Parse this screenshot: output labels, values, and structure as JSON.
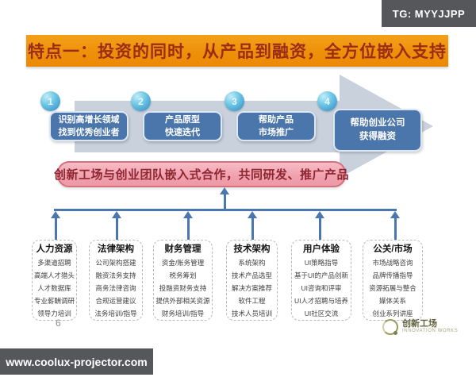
{
  "badges": {
    "tg": "TG: MYYJJPP",
    "watermark": "www.coolux-projector.com"
  },
  "title": "特点一：投资的同时，从产品到融资，全方位嵌入支持",
  "page_number": "6",
  "steps": [
    {
      "num": "1",
      "lines": [
        "识别高增长领域",
        "找到优秀创业者"
      ]
    },
    {
      "num": "2",
      "lines": [
        "产品原型",
        "快速迭代"
      ]
    },
    {
      "num": "3",
      "lines": [
        "帮助产品",
        "市场推广"
      ]
    },
    {
      "num": "4",
      "lines": [
        "帮助创业公司",
        "获得融资"
      ]
    }
  ],
  "banner": "创新工场与创业团队嵌入式合作，共同研发、推广产品",
  "columns": [
    {
      "title": "人力资源",
      "items": [
        "多渠道招聘",
        "高端人才猎头",
        "人才数据库",
        "专业薪酬调研",
        "领导力培训"
      ]
    },
    {
      "title": "法律架构",
      "items": [
        "公司架构搭建",
        "融资法务支持",
        "商务法律咨询",
        "合规运营建议",
        "法务培训/指导"
      ]
    },
    {
      "title": "财务管理",
      "items": [
        "资金/账务管理",
        "税务筹划",
        "投融资财务支持",
        "提供外部相关资源",
        "财务培训/指导"
      ]
    },
    {
      "title": "技术架构",
      "items": [
        "系统架构",
        "技术产品选型",
        "解决方案推荐",
        "软件工程",
        "技术人员培训"
      ]
    },
    {
      "title": "用户体验",
      "items": [
        "UI策略指导",
        "基于UI的产品创新",
        "UI咨询和评审",
        "UI人才招聘与培养",
        "UI社区交流"
      ]
    },
    {
      "title": "公关/市场",
      "items": [
        "市场战略咨询",
        "品牌传播指导",
        "资源拓展与整合",
        "媒体关系",
        "创业系列讲座"
      ]
    }
  ],
  "logo": {
    "name": "创新工场",
    "tagline": "INNOVATION WORKS"
  },
  "colors": {
    "title_bar_bg": "#ee9009",
    "title_text": "#9c2c15",
    "big_arrow": "#c9d1dd",
    "step_box": "#4b76ac",
    "circle_blue": "#2f86c4",
    "banner_bg": "#f0a0ad",
    "banner_border": "#d4717d",
    "banner_text": "#8e2632",
    "connector": "#4a77b0",
    "badge_bg": "#56575a",
    "logo_olive": "#9b9b5e"
  }
}
